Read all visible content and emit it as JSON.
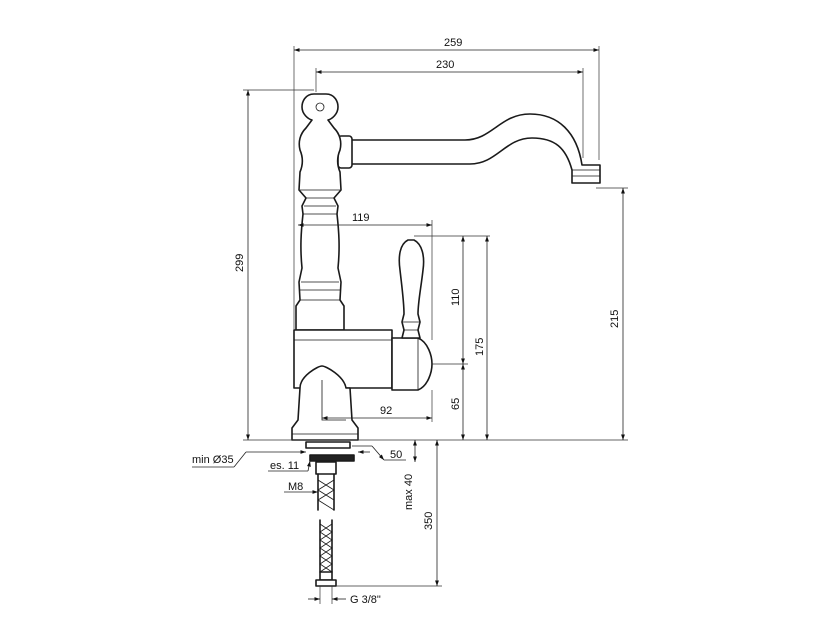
{
  "dimensions": {
    "overall_width": "259",
    "spout_reach": "230",
    "lever_offset": "119",
    "total_height": "299",
    "lever_height": "110",
    "body_height": "175",
    "base_height": "65",
    "spout_height": "215",
    "body_depth": "92",
    "base_offset": "50",
    "min_hole": "min Ø35",
    "thickness": "es. 11",
    "max_counter": "max 40",
    "rod": "M8",
    "hose_length": "350",
    "connection": "G 3/8\""
  }
}
